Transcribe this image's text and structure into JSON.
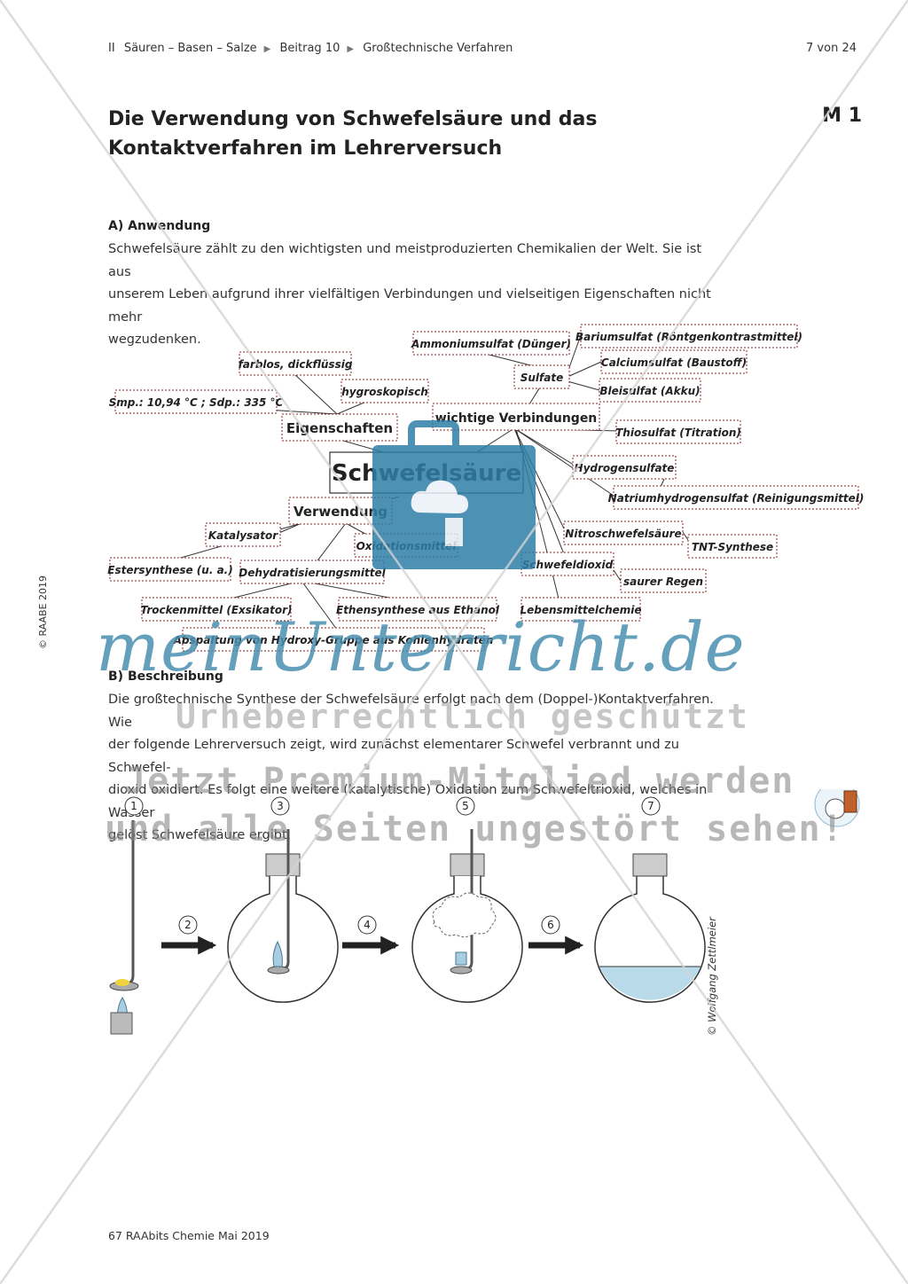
{
  "header": {
    "part": "II",
    "topic": "Säuren – Basen – Salze",
    "issue": "Beitrag 10",
    "section": "Großtechnische Verfahren",
    "page": "7 von 24"
  },
  "title": {
    "line1": "Die Verwendung von Schwefelsäure und das",
    "line2": "Kontaktverfahren im Lehrerversuch",
    "material": "M 1"
  },
  "section_a": {
    "heading": "A) Anwendung",
    "lines": [
      "Schwefelsäure zählt zu den wichtigsten und meistproduzierten Chemikalien der Welt. Sie ist aus",
      "unserem Leben aufgrund ihrer vielfältigen Verbindungen und vielseitigen Eigenschaften nicht mehr",
      "wegzudenken."
    ]
  },
  "mindmap": {
    "center": "Schwefelsäure",
    "eigenschaften": "Eigenschaften",
    "farblos": "farblos, dickflüssig",
    "hygroskopisch": "hygroskopisch",
    "smp": "Smp.: 10,94 °C ; Sdp.: 335 °C",
    "verbindungen": "wichtige Verbindungen",
    "ammonium": "Ammoniumsulfat (Dünger)",
    "sulfate": "Sulfate",
    "barium": "Bariumsulfat (Röntgenkontrastmittel)",
    "calcium": "Calciumsulfat (Baustoff)",
    "blei": "Bleisulfat (Akku)",
    "thiosulfat": "Thiosulfat (Titration)",
    "hydrogensulfate": "Hydrogensulfate",
    "natrium": "Natriumhydrogensulfat (Reinigungsmittel)",
    "nitro": "Nitroschwefelsäure",
    "tnt": "TNT-Synthese",
    "schwefeldioxid": "Schwefeldioxid",
    "saurer": "saurer Regen",
    "lebensmittel": "Lebensmittelchemie",
    "verwendung": "Verwendung",
    "katalysator": "Katalysator",
    "oxidationsmittel": "Oxidationsmittel",
    "ester": "Estersynthese (u. a.)",
    "dehydrat": "Dehydratisierungsmittel",
    "trocken": "Trockenmittel (Exsikator)",
    "ethen": "Ethensynthese aus Ethanol",
    "abspaltung": "Abspaltung von Hydroxy-Gruppe aus Kohlenhydraten"
  },
  "section_b": {
    "heading": "B) Beschreibung",
    "lines": [
      "Die großtechnische Synthese der Schwefelsäure erfolgt nach dem (Doppel-)Kontaktverfahren. Wie",
      "der folgende Lehrerversuch zeigt, wird zunächst elementarer Schwefel verbrannt und zu Schwefel-",
      "dioxid oxidiert. Es folgt eine weitere (katalytische) Oxidation zum Schwefeltrioxid, welches in Wasser",
      "gelöst Schwefelsäure ergibt."
    ]
  },
  "experiment": {
    "steps": [
      "1",
      "2",
      "3",
      "4",
      "5",
      "6",
      "7"
    ],
    "credit": "© Wolfgang Zettlmeier"
  },
  "watermark": {
    "brand": "meinUnterricht.de",
    "line1": "Urheberrechtlich geschützt",
    "line2": "Jetzt Premium-Mitglied werden",
    "line3": "und alle Seiten ungestört sehen!"
  },
  "side_copyright": "© RAABE 2019",
  "footer": "67 RAAbits Chemie Mai 2019",
  "colors": {
    "watermark_blue": "#4a8fb0",
    "water": "#b9dbe9"
  }
}
